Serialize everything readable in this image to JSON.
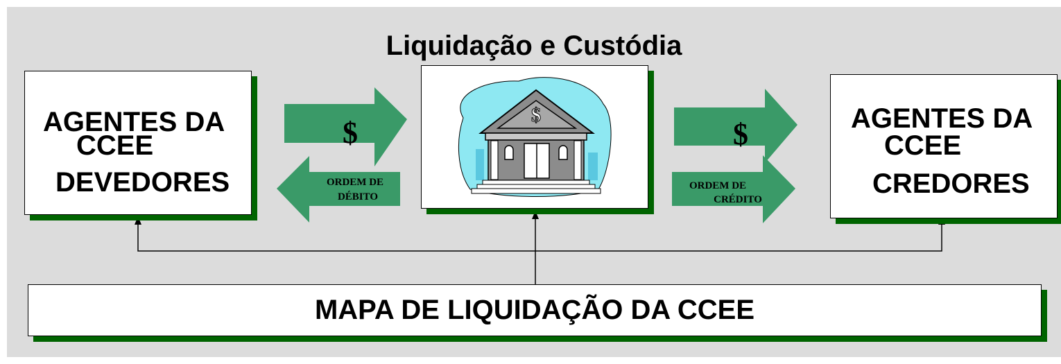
{
  "title": "Liquidação e Custódia",
  "left_box": {
    "line1": "AGENTES DA",
    "line2": "CCEE",
    "line3": "DEVEDORES"
  },
  "right_box": {
    "line1": "AGENTES DA",
    "line2": "CCEE",
    "line3": "CREDORES"
  },
  "arrows": {
    "payment_symbol": "$",
    "debit_order": {
      "line1": "ORDEM DE",
      "line2": "DÉBITO"
    },
    "credit_order": {
      "line1": "ORDEM DE",
      "line2": "CRÉDITO"
    }
  },
  "bottom_bar": {
    "label": "MAPA DE LIQUIDAÇÃO DA CCEE"
  },
  "colors": {
    "arrow_green": "#3a9a68",
    "shadow_green": "#006400",
    "background": "#dcdcdc",
    "sky": "#8ee8f2",
    "building": "#8c8c8c"
  },
  "icons": {
    "center": "bank-building-icon"
  }
}
